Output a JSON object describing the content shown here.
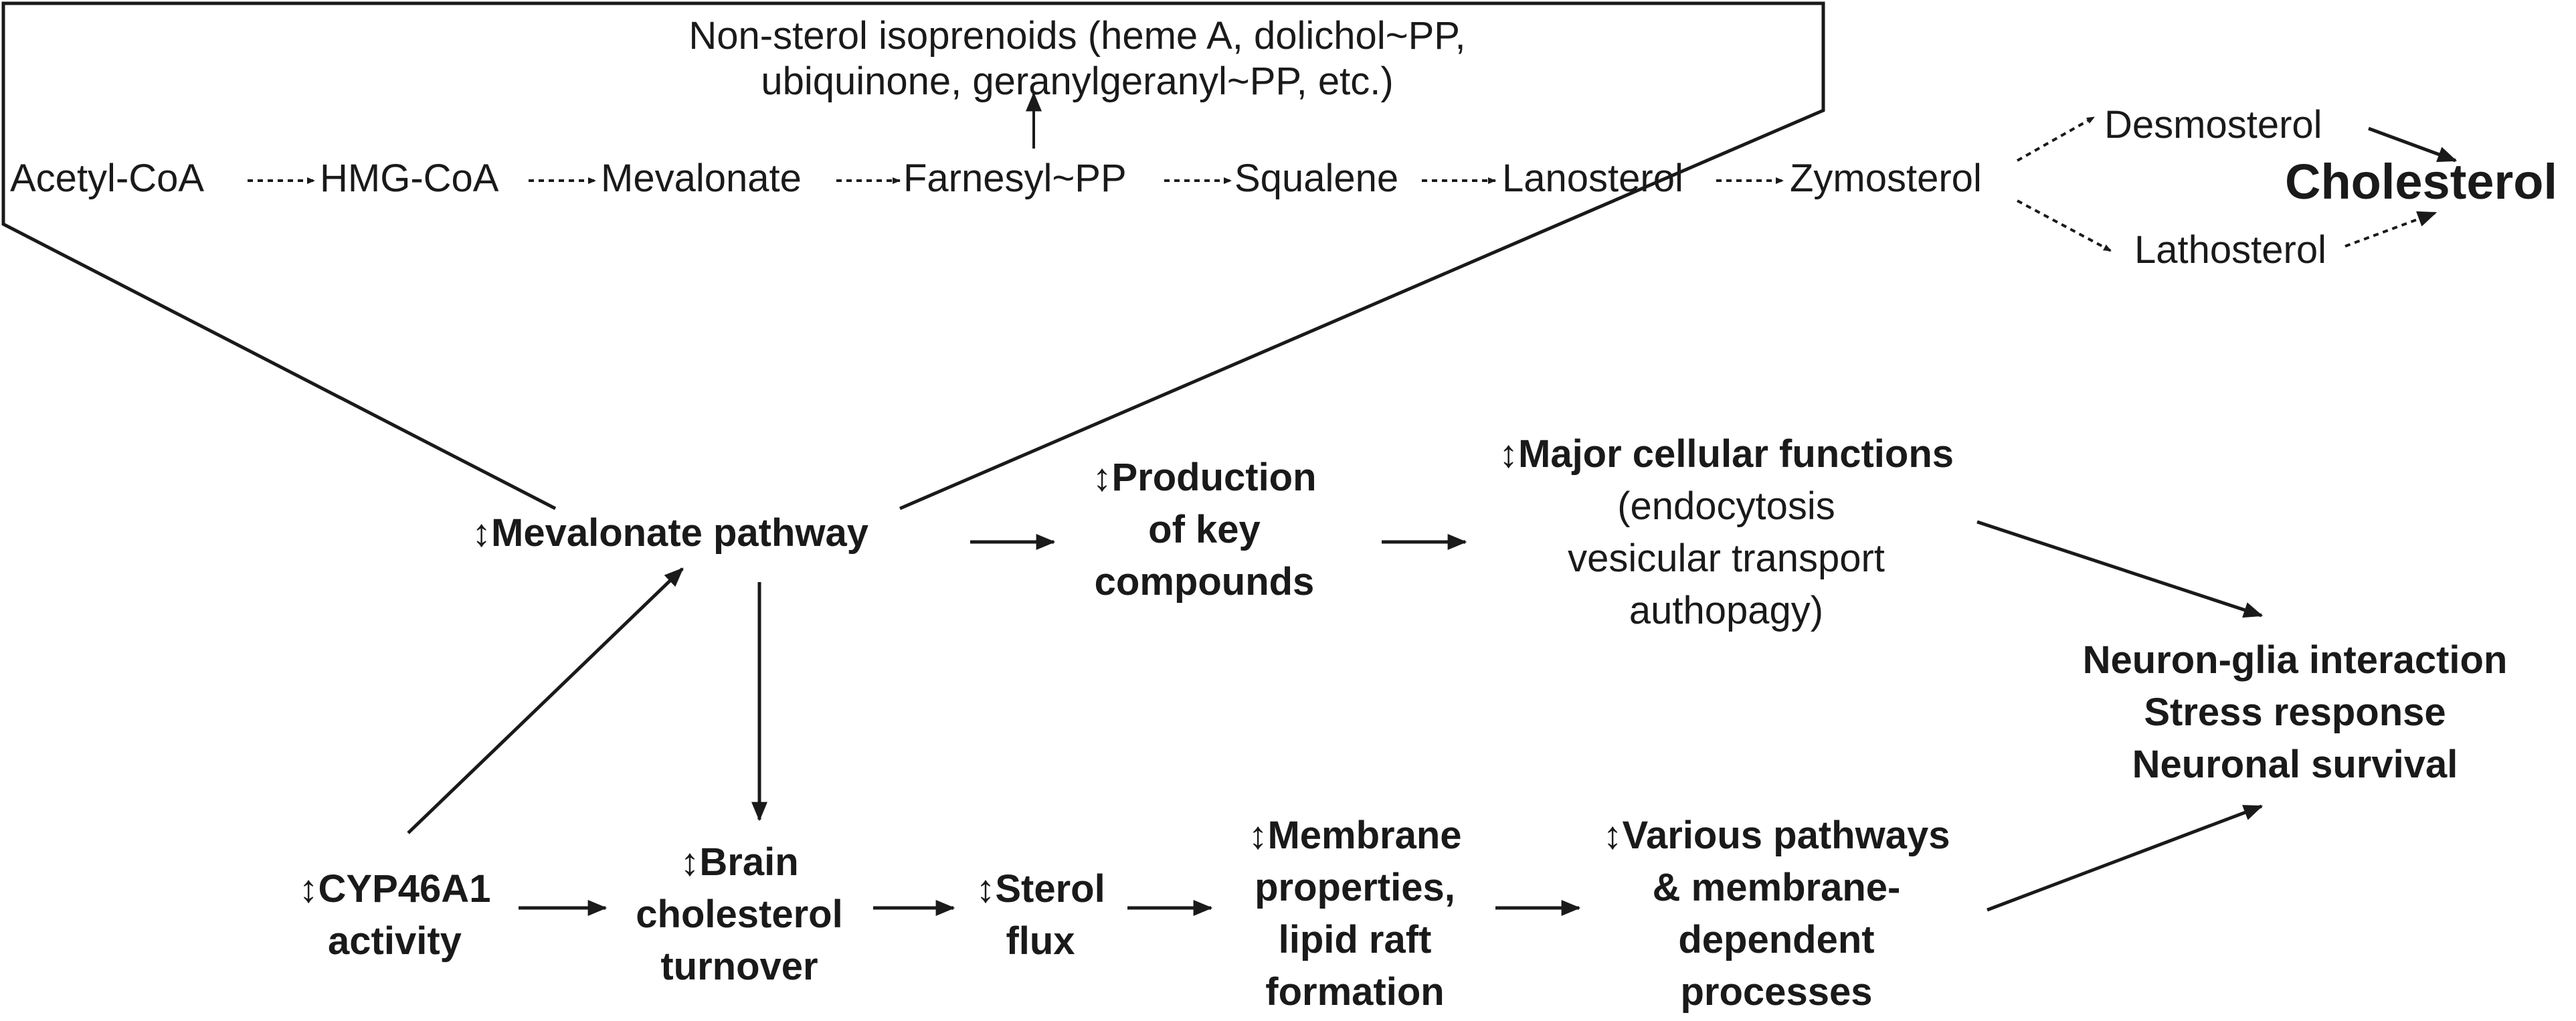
{
  "pathway": {
    "steps": [
      "Acetyl-CoA",
      "HMG-CoA",
      "Mevalonate",
      "Farnesyl~PP",
      "Squalene",
      "Lanosterol",
      "Zymosterol"
    ],
    "branch_upper": "Desmosterol",
    "branch_lower": "Lathosterol",
    "product": "Cholesterol",
    "isoprenoids_line1": "Non-sterol isoprenoids (heme A, dolichol~PP,",
    "isoprenoids_line2": "ubiquinone, geranylgeranyl~PP, etc.)"
  },
  "nodes": {
    "mevalonate_pathway": "Mevalonate pathway",
    "production_line1": "Production",
    "production_line2": "of key",
    "production_line3": "compounds",
    "major_line1": "Major cellular functions",
    "major_line2": "(endocytosis",
    "major_line3": "vesicular transport",
    "major_line4": "authopagy)",
    "outcome_line1": "Neuron-glia interaction",
    "outcome_line2": "Stress response",
    "outcome_line3": "Neuronal survival",
    "cyp_line1": "CYP46A1",
    "cyp_line2": "activity",
    "brain_line1": "Brain",
    "brain_line2": "cholesterol",
    "brain_line3": "turnover",
    "sterol_line1": "Sterol",
    "sterol_line2": "flux",
    "membrane_line1": "Membrane",
    "membrane_line2": "properties,",
    "membrane_line3": "lipid raft",
    "membrane_line4": "formation",
    "various_line1": "Various pathways",
    "various_line2": "& membrane-",
    "various_line3": "dependent",
    "various_line4": "processes"
  },
  "symbols": {
    "updown": "↕"
  }
}
